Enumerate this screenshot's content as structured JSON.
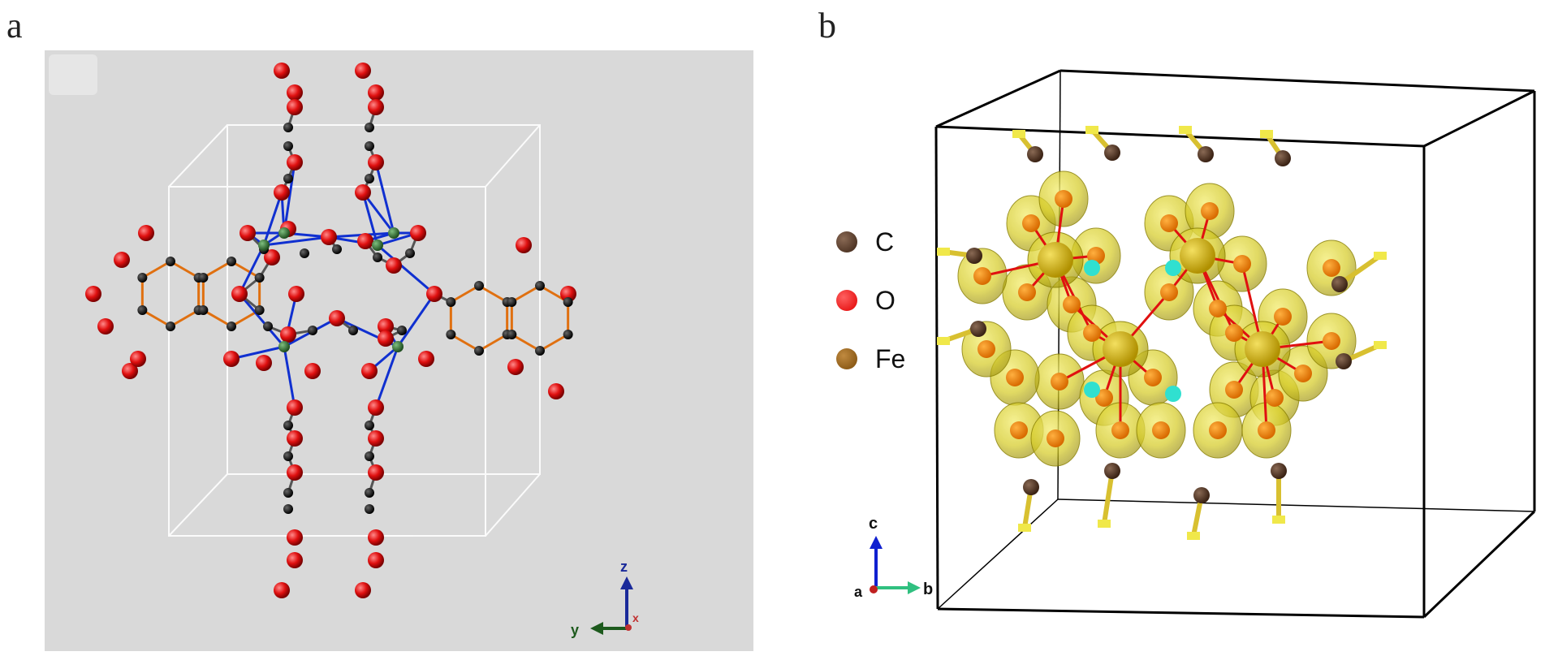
{
  "panels": {
    "a": {
      "label": "a",
      "axes": {
        "z": "z",
        "y": "y",
        "x": "x"
      }
    },
    "b": {
      "label": "b",
      "axes": {
        "c": "c",
        "a": "a",
        "b": "b"
      },
      "legend": [
        {
          "label": "C",
          "color": "#4a2e20"
        },
        {
          "label": "O",
          "color": "#ff0000"
        },
        {
          "label": "Fe",
          "color": "#8b5a14"
        }
      ]
    }
  },
  "colors": {
    "panel_a_bg": "#d9d9d9",
    "oxygen": "#e01010",
    "carbon": "#111111",
    "iron_a": "#2f6b2f",
    "bond_orange": "#e07010",
    "bond_blue": "#1030d0",
    "isosurface": "#d8d020",
    "iron_b": "#c8a000",
    "highlight": "#30e0d0"
  }
}
